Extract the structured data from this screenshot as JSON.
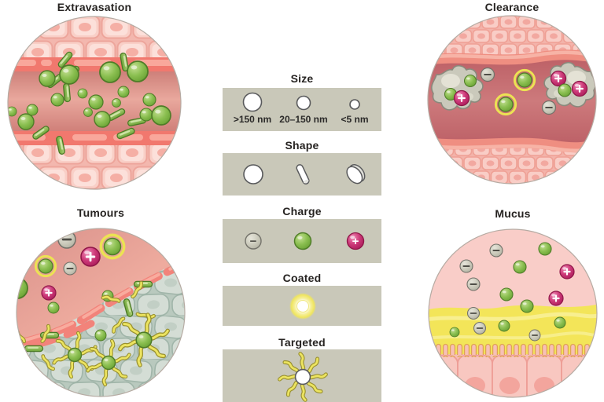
{
  "scenes": {
    "extravasation": {
      "title": "Extravasation"
    },
    "clearance": {
      "title": "Clearance"
    },
    "tumours": {
      "title": "Tumours"
    },
    "mucus": {
      "title": "Mucus"
    }
  },
  "properties": [
    {
      "id": "size",
      "title": "Size",
      "labels": [
        ">150 nm",
        "20–150 nm",
        "<5 nm"
      ]
    },
    {
      "id": "shape",
      "title": "Shape"
    },
    {
      "id": "charge",
      "title": "Charge",
      "negative_symbol": "−",
      "positive_symbol": "+"
    },
    {
      "id": "coated",
      "title": "Coated"
    },
    {
      "id": "targeted",
      "title": "Targeted"
    }
  ],
  "icons": {
    "negative-charge": "−",
    "positive-charge": "+"
  },
  "colors": {
    "panel_bg": "#c9c8b9",
    "title_text": "#262321",
    "nanoparticle_green": "#8cc052",
    "nanoparticle_magenta": "#cd3a79",
    "nanoparticle_gray": "#c9c8b9",
    "coating_yellow": "#ece253",
    "ligand_yellow": "#ece460",
    "vessel_wall_pink": "#f1786e",
    "blood_lumen_light": "#e9a89d",
    "blood_lumen_dark": "#bd6167",
    "tissue_pink": "#f9cfc7",
    "tumour_tissue": "#d4ddd5",
    "mucus_yellow": "#f3e559",
    "macrophage_gray": "#cac9bb"
  }
}
